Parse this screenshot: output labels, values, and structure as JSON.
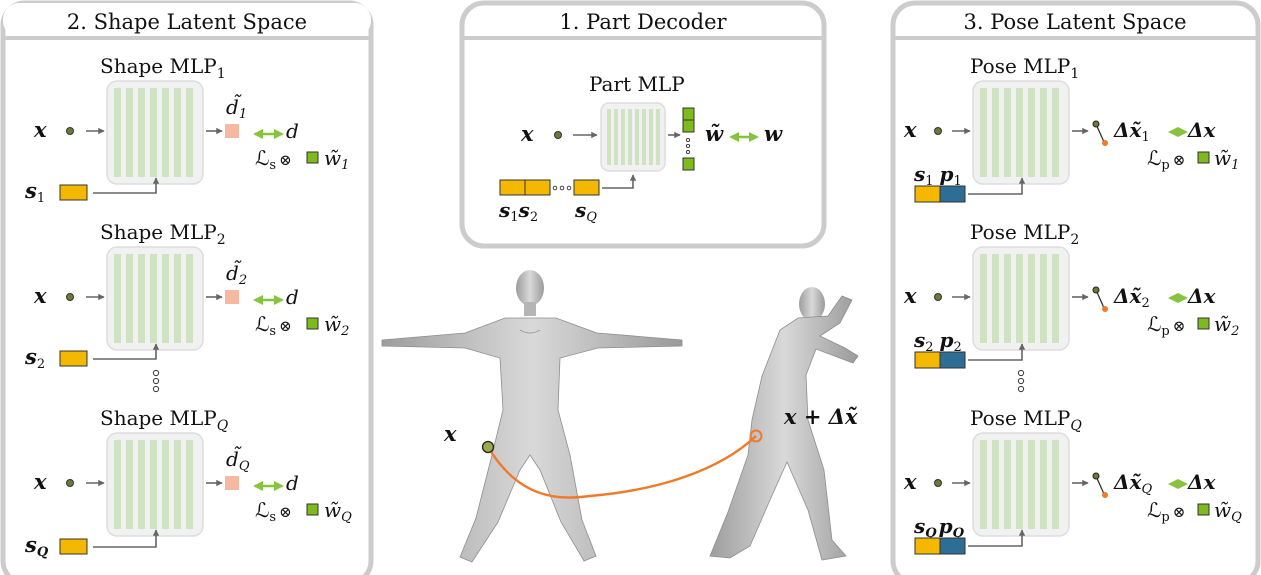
{
  "panels": {
    "shape": {
      "title": "2. Shape Latent Space",
      "mlps": [
        {
          "name": "Shape MLP",
          "sub": "1",
          "x": "x",
          "d_tilde": "d̃",
          "d_sub": "1",
          "d": "d",
          "loss": "ℒ",
          "loss_sub": "s",
          "otimes": "⊗",
          "w_tilde": "w̃",
          "w_sub": "1",
          "s": "s",
          "s_sub": "1"
        },
        {
          "name": "Shape MLP",
          "sub": "2",
          "x": "x",
          "d_tilde": "d̃",
          "d_sub": "2",
          "d": "d",
          "loss": "ℒ",
          "loss_sub": "s",
          "otimes": "⊗",
          "w_tilde": "w̃",
          "w_sub": "2",
          "s": "s",
          "s_sub": "2"
        },
        {
          "name": "Shape MLP",
          "sub": "Q",
          "x": "x",
          "d_tilde": "d̃",
          "d_sub": "Q",
          "d": "d",
          "loss": "ℒ",
          "loss_sub": "s",
          "otimes": "⊗",
          "w_tilde": "w̃",
          "w_sub": "Q",
          "s": "s",
          "s_sub": "Q"
        }
      ]
    },
    "decoder": {
      "title": "1. Part Decoder",
      "mlp_name": "Part MLP",
      "x": "x",
      "w_tilde": "w̃",
      "w": "w",
      "s": "s",
      "s1_sub": "1",
      "s2_sub": "2",
      "sq_sub": "Q"
    },
    "pose": {
      "title": "3. Pose Latent Space",
      "mlps": [
        {
          "name": "Pose MLP",
          "sub": "1",
          "x": "x",
          "delta_tilde": "Δx̃",
          "dsub": "1",
          "delta": "Δx",
          "loss": "ℒ",
          "loss_sub": "p",
          "otimes": "⊗",
          "w_tilde": "w̃",
          "w_sub": "1",
          "s": "s",
          "p": "p",
          "sp_sub": "1"
        },
        {
          "name": "Pose MLP",
          "sub": "2",
          "x": "x",
          "delta_tilde": "Δx̃",
          "dsub": "2",
          "delta": "Δx",
          "loss": "ℒ",
          "loss_sub": "p",
          "otimes": "⊗",
          "w_tilde": "w̃",
          "w_sub": "2",
          "s": "s",
          "p": "p",
          "sp_sub": "2"
        },
        {
          "name": "Pose MLP",
          "sub": "Q",
          "x": "x",
          "delta_tilde": "Δx̃",
          "dsub": "Q",
          "delta": "Δx",
          "loss": "ℒ",
          "loss_sub": "p",
          "otimes": "⊗",
          "w_tilde": "w̃",
          "w_sub": "Q",
          "s": "s",
          "p": "p",
          "sp_sub": "Q"
        }
      ]
    }
  },
  "center": {
    "x_label": "x",
    "deformed_label": "x + Δx̃"
  },
  "colors": {
    "panel_border": "#cccccc",
    "mlp_fill": "#f1f1f1",
    "mlp_stripe": "#cfe3c2",
    "latent_shape": "#f5b800",
    "latent_pose": "#2e6e96",
    "weight_green": "#7dbb1d",
    "arrow_green": "#86c440",
    "sdf_orange": "#f5b9a0",
    "corr_orange": "#f07a2a",
    "mesh_gray": "#b9b9b9"
  }
}
